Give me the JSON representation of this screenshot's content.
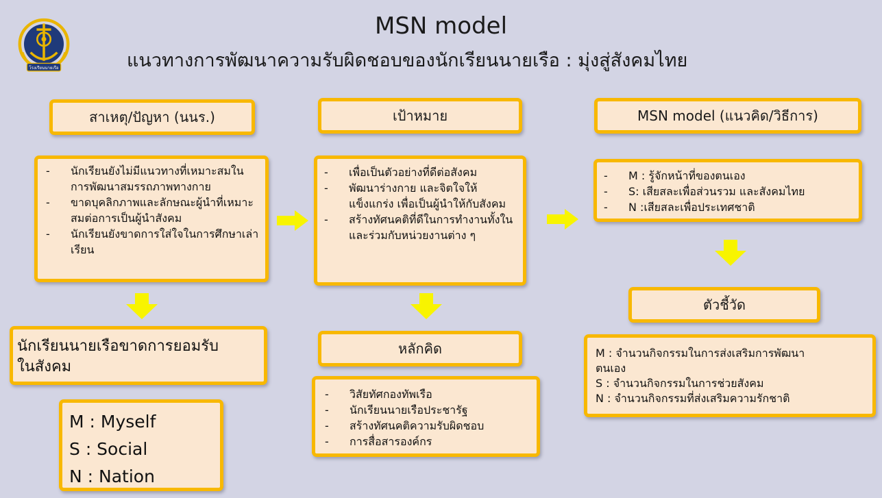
{
  "header": {
    "title": "MSN model",
    "subtitle": "แนวทางการพัฒนาความรับผิดชอบของนักเรียนนายเรือ   : มุ่งสู่สังคมไทย",
    "emblem_caption": "โรงเรียนนายเรือ"
  },
  "column1": {
    "heading": "สาเหตุ/ปัญหา   (นนร.)",
    "items": [
      "นักเรียนยังไม่มีแนวทางที่เหมาะสมในการพัฒนาสมรรถภาพทางกาย",
      "ขาดบุคลิกภาพและลักษณะผู้นำที่เหมาะสมต่อการเป็นผู้นำสังคม",
      "นักเรียนยังขาดการใส่ใจในการศึกษาเล่าเรียน"
    ],
    "result_lines": [
      "นักเรียนนายเรือขาดการยอมรับ",
      "ในสังคม"
    ],
    "msn_lines": [
      "M : Myself",
      "S : Social",
      "N : Nation"
    ]
  },
  "column2": {
    "heading": "เป้าหมาย",
    "items": [
      "เพื่อเป็นตัวอย่างที่ดีต่อสังคม",
      "พัฒนาร่างกาย  และจิตใจให้แข็งแกร่ง  เพื่อเป็นผู้นำให้กับสังคม",
      "สร้างทัศนคติที่ดีในการทำงานทั้งในและร่วมกับหน่วยงานต่าง  ๆ"
    ],
    "principle_heading": "หลักคิด",
    "principles": [
      "วิสัยทัศกองทัพเรือ",
      "นักเรียนนายเรือประชารัฐ",
      "สร้างทัศนคติความรับผิดชอบ",
      "การสื่อสารองค์กร"
    ]
  },
  "column3": {
    "heading": "MSN model  (แนวคิด/วิธีการ)",
    "items": [
      "M : รู้จักหน้าที่ของตนเอง",
      "S: เสียสละเพื่อส่วนรวม  และสังคมไทย",
      "N :เสียสละเพื่อประเทศชาติ"
    ],
    "indicator_heading": "ตัวชี้วัด",
    "indicator_lines": [
      "M : จำนวนกิจกรรมในการส่งเสริมการพัฒนา",
      "ตนเอง",
      "S : จำนวนกิจกรรมในการช่วยสังคม",
      "N : จำนวนกิจกรรมที่ส่งเสริมความรักชาติ"
    ]
  },
  "colors": {
    "background": "#d3d4e4",
    "box_fill": "#fbe7d1",
    "box_border": "#f8b800",
    "arrow": "#f8f400",
    "emblem_navy": "#1f3a7a",
    "emblem_gold": "#e9b500"
  }
}
